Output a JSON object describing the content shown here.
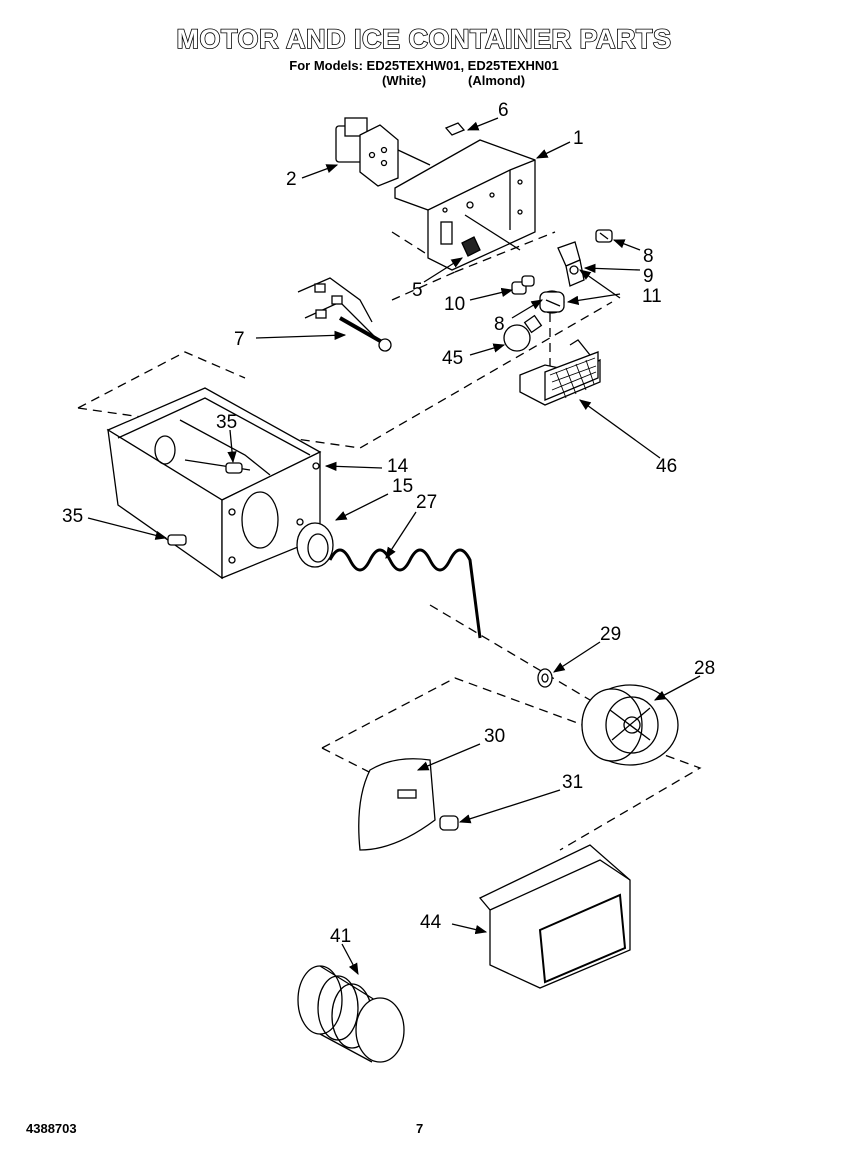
{
  "header": {
    "title": "MOTOR AND ICE CONTAINER PARTS",
    "models_line": "For Models: ED25TEXHW01, ED25TEXHN01",
    "variant_white": "(White)",
    "variant_almond": "(Almond)"
  },
  "callouts": [
    {
      "id": "c6",
      "label": "6"
    },
    {
      "id": "c1",
      "label": "1"
    },
    {
      "id": "c2",
      "label": "2"
    },
    {
      "id": "c8a",
      "label": "8"
    },
    {
      "id": "c9",
      "label": "9"
    },
    {
      "id": "c5",
      "label": "5"
    },
    {
      "id": "c11",
      "label": "11"
    },
    {
      "id": "c10",
      "label": "10"
    },
    {
      "id": "c8b",
      "label": "8"
    },
    {
      "id": "c7",
      "label": "7"
    },
    {
      "id": "c45",
      "label": "45"
    },
    {
      "id": "c46",
      "label": "46"
    },
    {
      "id": "c35a",
      "label": "35"
    },
    {
      "id": "c14",
      "label": "14"
    },
    {
      "id": "c15",
      "label": "15"
    },
    {
      "id": "c27",
      "label": "27"
    },
    {
      "id": "c35b",
      "label": "35"
    },
    {
      "id": "c29",
      "label": "29"
    },
    {
      "id": "c28",
      "label": "28"
    },
    {
      "id": "c30",
      "label": "30"
    },
    {
      "id": "c31",
      "label": "31"
    },
    {
      "id": "c44",
      "label": "44"
    },
    {
      "id": "c41",
      "label": "41"
    }
  ],
  "footer": {
    "doc_number": "4388703",
    "page_number": "7"
  }
}
